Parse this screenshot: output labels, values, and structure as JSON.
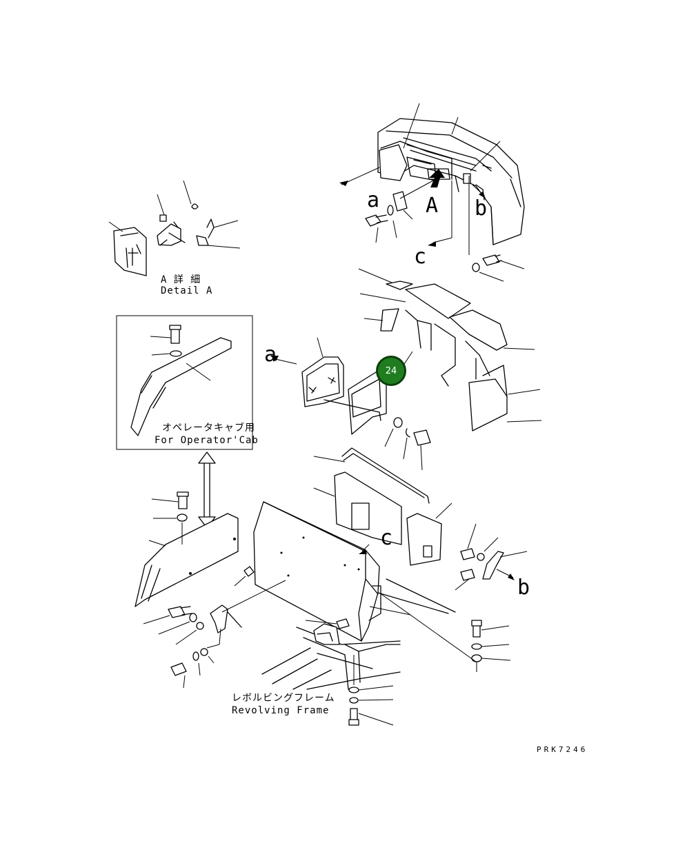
{
  "diagram": {
    "detail_a_jp": "A 詳 細",
    "detail_a_en": "Detail A",
    "cab_jp": "オペレータキャブ用",
    "cab_en": "For Operator'Cab",
    "frame_jp": "レボルビングフレーム",
    "frame_en": "Revolving Frame",
    "drawing_code": "PRK7246",
    "callout": "24",
    "view_letters": {
      "a_top": "a",
      "A_top": "A",
      "b_top": "b",
      "c_top": "c",
      "a_mid": "a",
      "c_low": "c",
      "b_low": "b"
    },
    "colors": {
      "callout_fill": "#1f7d1f",
      "callout_border": "#0b3f0b",
      "line": "#000000"
    }
  }
}
